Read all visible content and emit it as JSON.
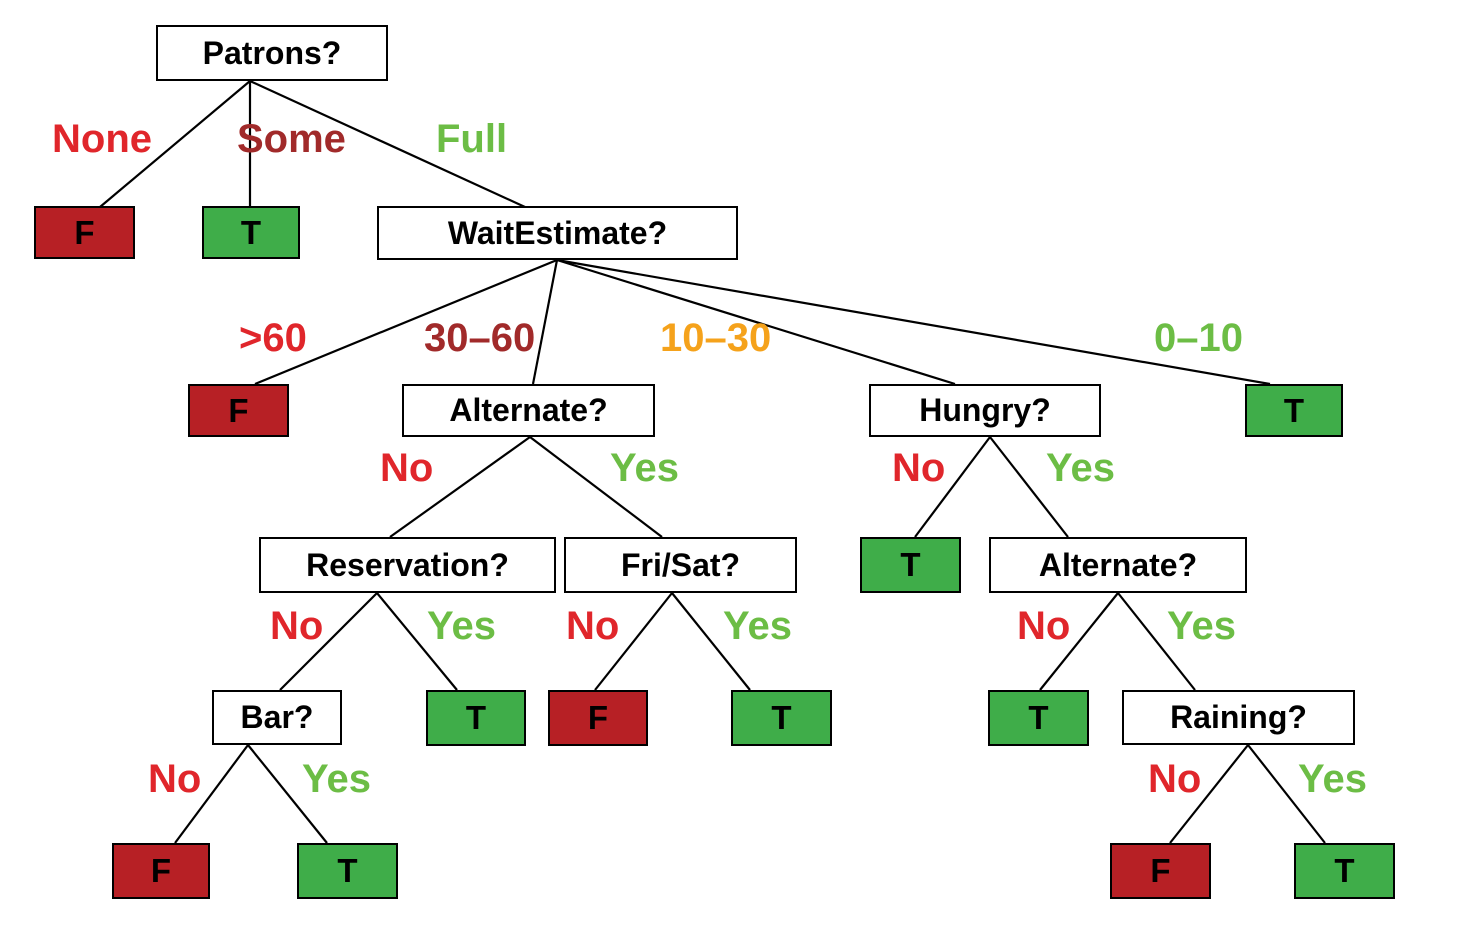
{
  "colors": {
    "no": "#e0262b",
    "yes": "#6cbd45",
    "some": "#a12a2a",
    "mid_orange": "#f5a21b",
    "leaf_false": "#b72025",
    "leaf_true": "#3fad49"
  },
  "nodes": {
    "patrons": "Patrons?",
    "wait_estimate": "WaitEstimate?",
    "alternate_1": "Alternate?",
    "hungry": "Hungry?",
    "reservation": "Reservation?",
    "fri_sat": "Fri/Sat?",
    "alternate_2": "Alternate?",
    "bar": "Bar?",
    "raining": "Raining?"
  },
  "leaves": {
    "false_label": "F",
    "true_label": "T"
  },
  "edge_labels": {
    "none": "None",
    "some": "Some",
    "full": "Full",
    "over_60": ">60",
    "range_30_60": "30–60",
    "range_10_30": "10–30",
    "range_0_10": "0–10",
    "no": "No",
    "yes": "Yes"
  }
}
